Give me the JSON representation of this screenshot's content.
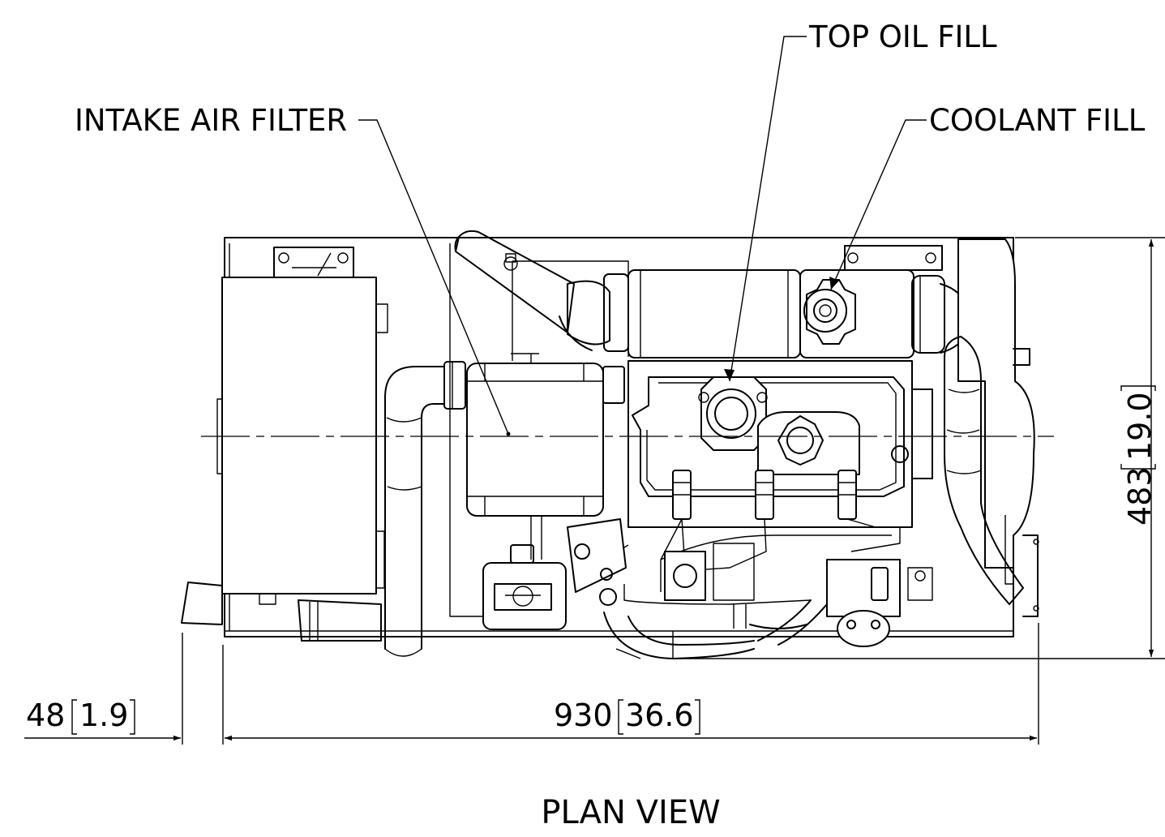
{
  "labels": {
    "top_oil_fill": "TOP OIL FILL",
    "coolant_fill": "COOLANT FILL",
    "intake_air_filter": "INTAKE AIR FILTER"
  },
  "dimensions": {
    "height_mm": "483",
    "height_in": "19.0",
    "length_mm": "930",
    "length_in": "36.6",
    "offset_mm": "48",
    "offset_in": "1.9"
  },
  "view_title": "PLAN VIEW"
}
